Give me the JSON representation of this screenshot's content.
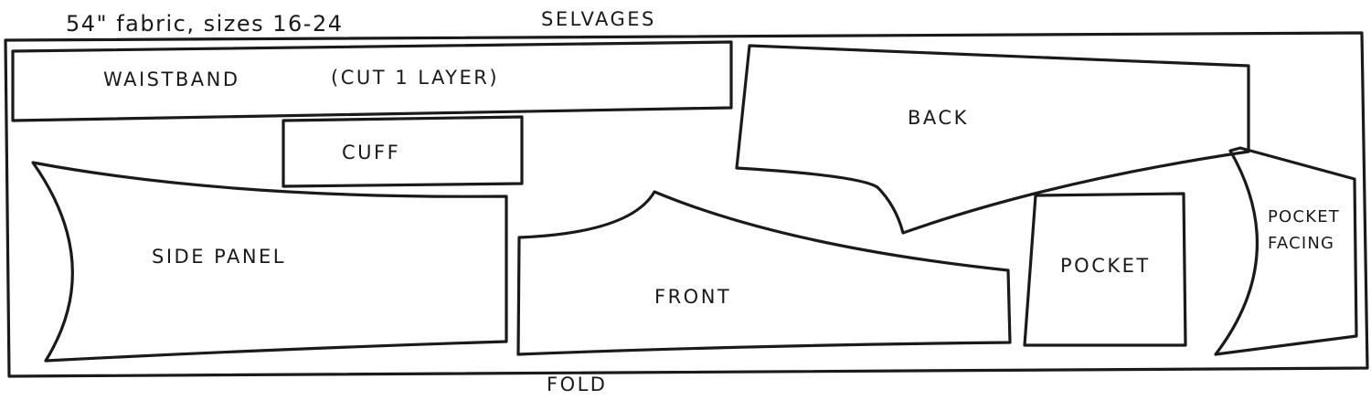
{
  "annotations": {
    "fabric_note": "54\" fabric, sizes 16-24",
    "top_edge": "SELVAGES",
    "bottom_edge": "FOLD"
  },
  "pieces": {
    "waistband": "WAISTBAND",
    "waistband_note": "(CUT 1 LAYER)",
    "cuff": "CUFF",
    "back": "BACK",
    "side_panel": "SIDE PANEL",
    "front": "FRONT",
    "pocket": "POCKET",
    "pocket_facing_line1": "POCKET",
    "pocket_facing_line2": "FACING"
  }
}
